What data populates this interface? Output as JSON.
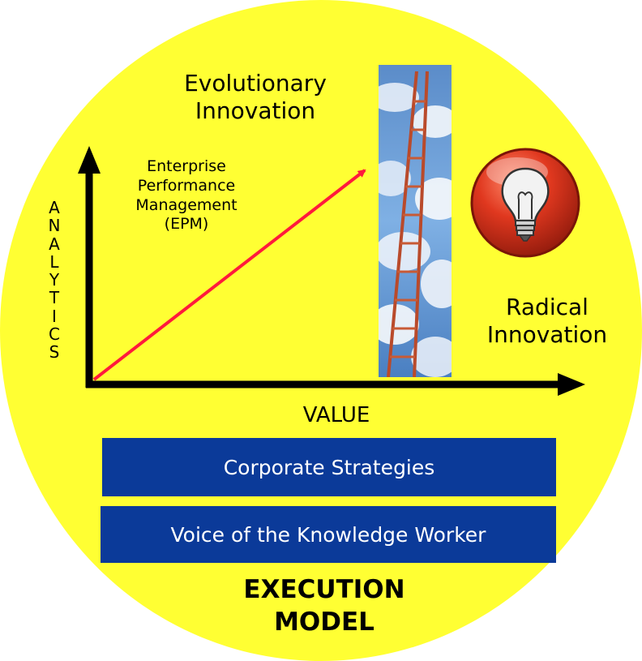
{
  "diagram": {
    "top_label": [
      "Evolutionary",
      "Innovation"
    ],
    "epm_label": [
      "Enterprise",
      "Performance",
      "Management",
      "(EPM)"
    ],
    "y_axis_letters": [
      "A",
      "N",
      "A",
      "L",
      "Y",
      "T",
      "I",
      "C",
      "S"
    ],
    "x_axis_label": "VALUE",
    "right_label": [
      "Radical",
      "Innovation"
    ],
    "bars": [
      "Corporate Strategies",
      "Voice of the Knowledge Worker"
    ],
    "footer": [
      "EXECUTION",
      "MODEL"
    ]
  },
  "colors": {
    "background_circle": "#ffff33",
    "bar_fill": "#0b3a99",
    "bar_text": "#ffffff",
    "arrow": "#ff1a3c",
    "axes": "#000000",
    "bulb_red": "#d8301e"
  },
  "icons": [
    "ladder-to-sky-image",
    "lightbulb-icon"
  ]
}
